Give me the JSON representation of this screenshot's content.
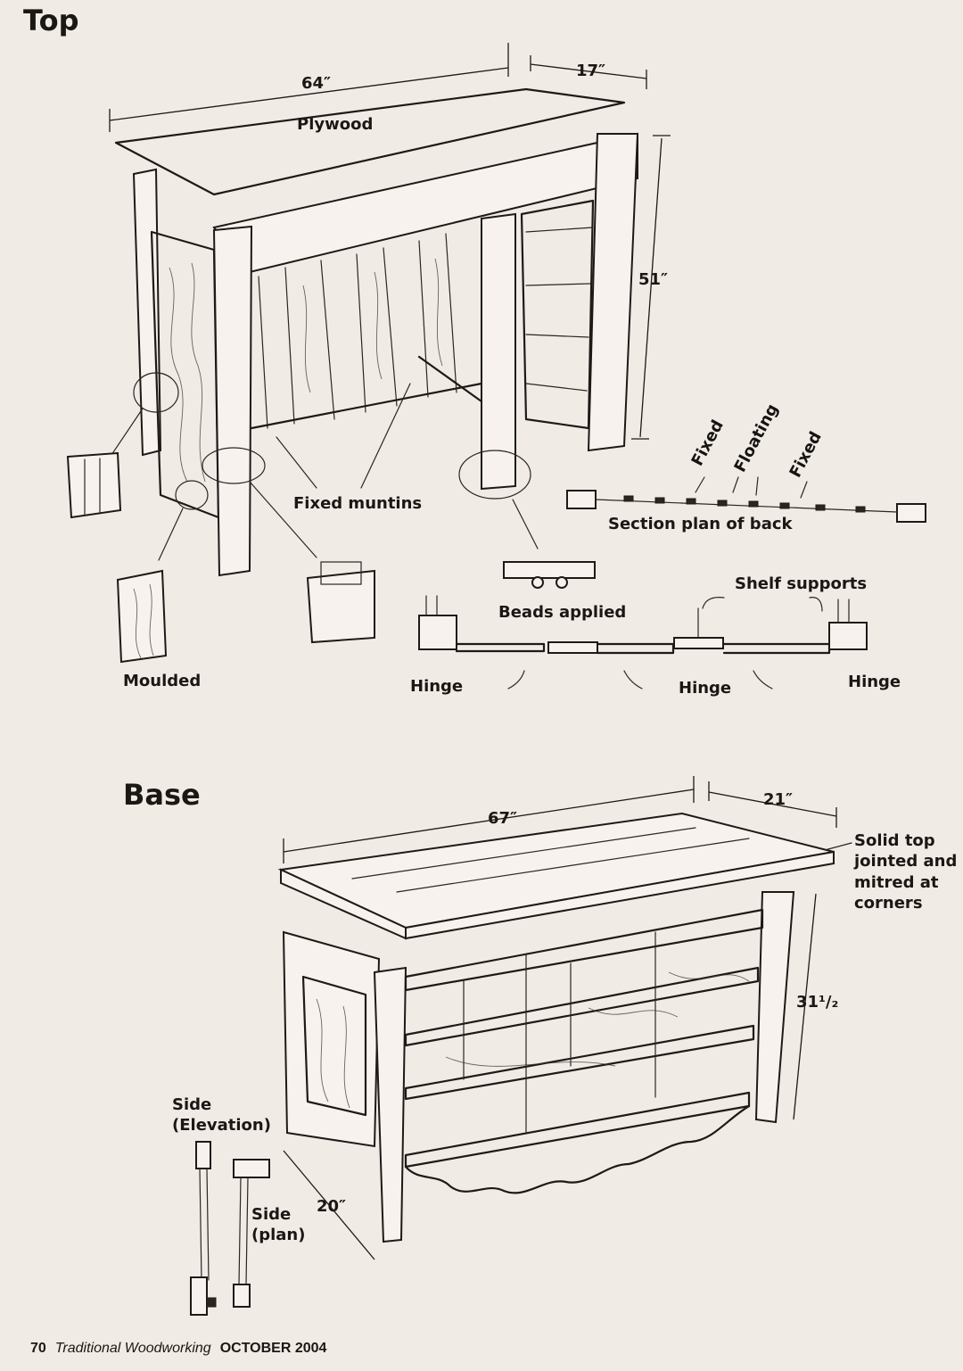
{
  "headings": {
    "top": "Top",
    "base": "Base"
  },
  "top_labels": {
    "width": "64″",
    "depth": "17″",
    "height": "51″",
    "plywood": "Plywood",
    "fixed_muntins": "Fixed muntins",
    "moulded": "Moulded",
    "section_plan": "Section plan of back",
    "fixed_1": "Fixed",
    "floating": "Floating",
    "fixed_2": "Fixed",
    "shelf_supports": "Shelf supports",
    "beads_applied": "Beads applied",
    "hinge_1": "Hinge",
    "hinge_2": "Hinge",
    "hinge_3": "Hinge"
  },
  "base_labels": {
    "width": "67″",
    "depth_top": "21″",
    "height": "31¹/₂",
    "depth_side": "20″",
    "solid_top_1": "Solid top",
    "solid_top_2": "jointed and",
    "solid_top_3": "mitred at",
    "solid_top_4": "corners",
    "side_elevation_1": "Side",
    "side_elevation_2": "(Elevation)",
    "side_plan_1": "Side",
    "side_plan_2": "(plan)"
  },
  "footer": {
    "page_number": "70",
    "magazine": "Traditional Woodworking",
    "issue": "OCTOBER 2004"
  }
}
